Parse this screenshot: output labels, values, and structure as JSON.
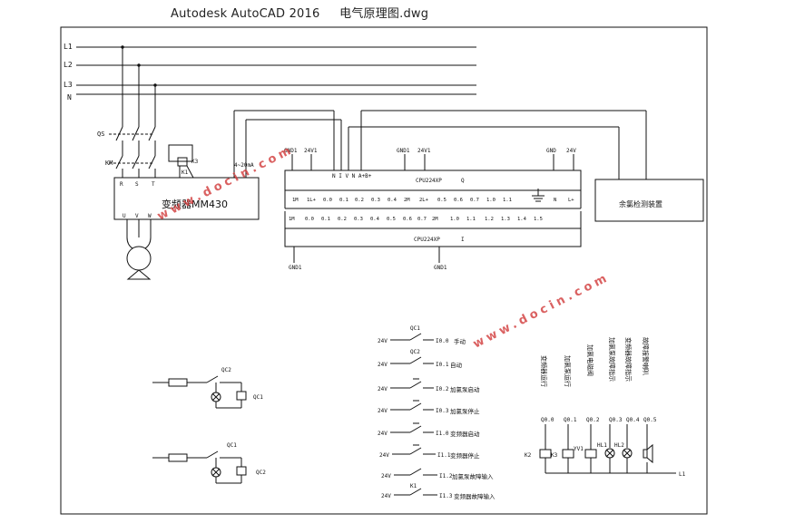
{
  "window_title": "Autodesk AutoCAD 2016",
  "file_name": "电气原理图.dwg",
  "bus_labels": [
    "L1",
    "L2",
    "L3",
    "N"
  ],
  "breaker_label": "QS",
  "contactor_label": "KM",
  "relay_labels": {
    "k3": "K3",
    "k1": "K1"
  },
  "inverter": {
    "title": "变频器MM430",
    "inputs": [
      "R",
      "S",
      "T"
    ],
    "outputs": [
      "U",
      "V",
      "W"
    ],
    "analog": "4~20mA"
  },
  "plc_top": {
    "header_left": [
      "GND1",
      "24V1"
    ],
    "header_mid": [
      "GND1",
      "24V1"
    ],
    "header_right": [
      "GND",
      "24V"
    ],
    "aux": "N I V N A+B+",
    "name": "CPU224XP",
    "q": "Q",
    "pins": [
      "1M",
      "1L+",
      "0.0",
      "0.1",
      "0.2",
      "0.3",
      "0.4",
      "2M",
      "2L+",
      "0.5",
      "0.6",
      "0.7",
      "1.0",
      "1.1",
      "N",
      "L+"
    ]
  },
  "plc_bottom": {
    "pins": [
      "1M",
      "0.0",
      "0.1",
      "0.2",
      "0.3",
      "0.4",
      "0.5",
      "0.6",
      "0.7",
      "2M",
      "1.0",
      "1.1",
      "1.2",
      "1.3",
      "1.4",
      "1.5"
    ],
    "name": "CPU224XP",
    "i": "I",
    "gnd_labels": [
      "GND1",
      "GND1"
    ]
  },
  "detector": "余氯检测装置",
  "watermark": "www.docin.com",
  "inputs": [
    {
      "v": "24V",
      "k": "QC1",
      "addr": "I0.0",
      "desc": "手动"
    },
    {
      "v": "24V",
      "k": "QC2",
      "addr": "I0.1",
      "desc": "自动"
    },
    {
      "v": "24V",
      "k": "",
      "addr": "I0.2",
      "desc": "加氯泵启动"
    },
    {
      "v": "24V",
      "k": "",
      "addr": "I0.3",
      "desc": "加氯泵停止"
    },
    {
      "v": "24V",
      "k": "",
      "addr": "I1.0",
      "desc": "变频器启动"
    },
    {
      "v": "24V",
      "k": "",
      "addr": "I1.1",
      "desc": "变频器停止"
    },
    {
      "v": "24V",
      "k": "",
      "addr": "I1.2",
      "desc": "加氯泵故障输入"
    },
    {
      "v": "24V",
      "k": "K1",
      "addr": "I1.3",
      "desc": "变频器故障输入"
    }
  ],
  "outputs": [
    {
      "desc": "变频器运行",
      "addr": "Q0.0",
      "dev": "K2"
    },
    {
      "desc": "加氯泵运行",
      "addr": "Q0.1",
      "dev": "K3"
    },
    {
      "desc": "加氯电磁阀",
      "addr": "Q0.2",
      "dev": "YV1"
    },
    {
      "desc": "加氯泵故障指示",
      "addr": "Q0.3",
      "dev": "HL1"
    },
    {
      "desc": "变频器故障指示",
      "addr": "Q0.4",
      "dev": "HL2"
    },
    {
      "desc": "故障报警喇叭",
      "addr": "Q0.5",
      "dev": ""
    }
  ],
  "output_bus": "L1",
  "qc_circuits": [
    {
      "contact": "QC2",
      "coil": "QC1"
    },
    {
      "contact": "QC1",
      "coil": "QC2"
    }
  ]
}
